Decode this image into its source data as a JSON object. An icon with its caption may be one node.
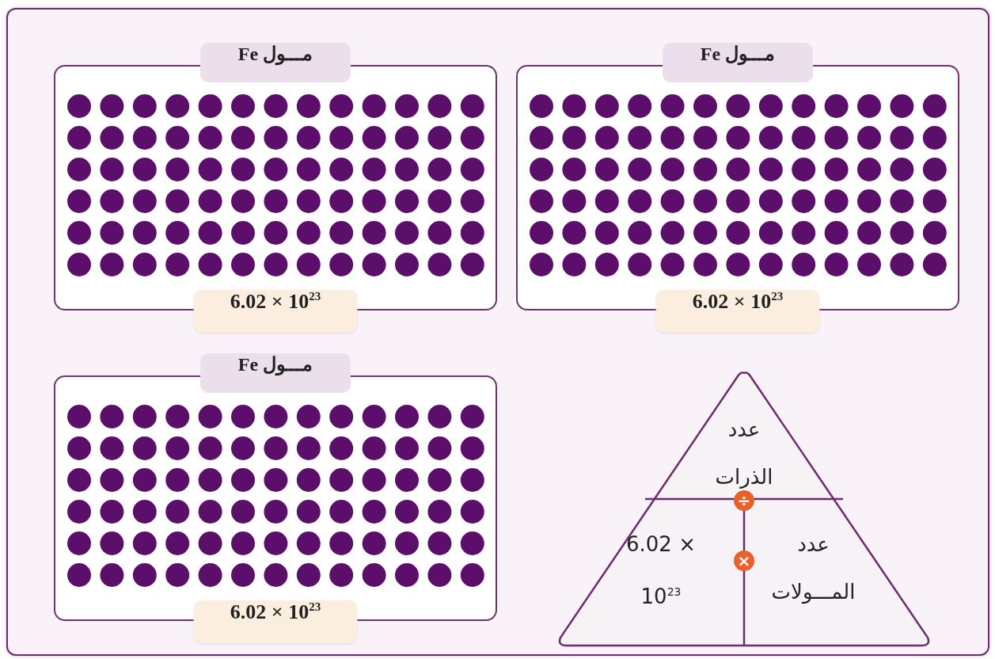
{
  "diagram": {
    "nodes": [
      {
        "text": [],
        "shape": "box"
      },
      {
        "text": [
          "مـــول Fe",
          "6.02 × 10$^{23}$"
        ],
        "in": 0
      },
      {
        "text": [
          "مـــول Fe",
          "6.02 × 10$^{23}$"
        ],
        "in": 0
      },
      {
        "text": [
          "مـــول Fe",
          "6.02 × 10$^{23}$"
        ],
        "in": 0
      },
      {
        "text": [],
        "shape": "triangle",
        "in": 0
      },
      {
        "text": [
          "عدد الذرات"
        ],
        "in": 4
      },
      {
        "text": [
          "6.02 × 10$^{23}$"
        ],
        "in": 4
      },
      {
        "text": [
          "عدد المـــولات"
        ],
        "in": 4
      }
    ],
    "edges": [],
    "labels": [
      "÷",
      "×"
    ]
  }
}
